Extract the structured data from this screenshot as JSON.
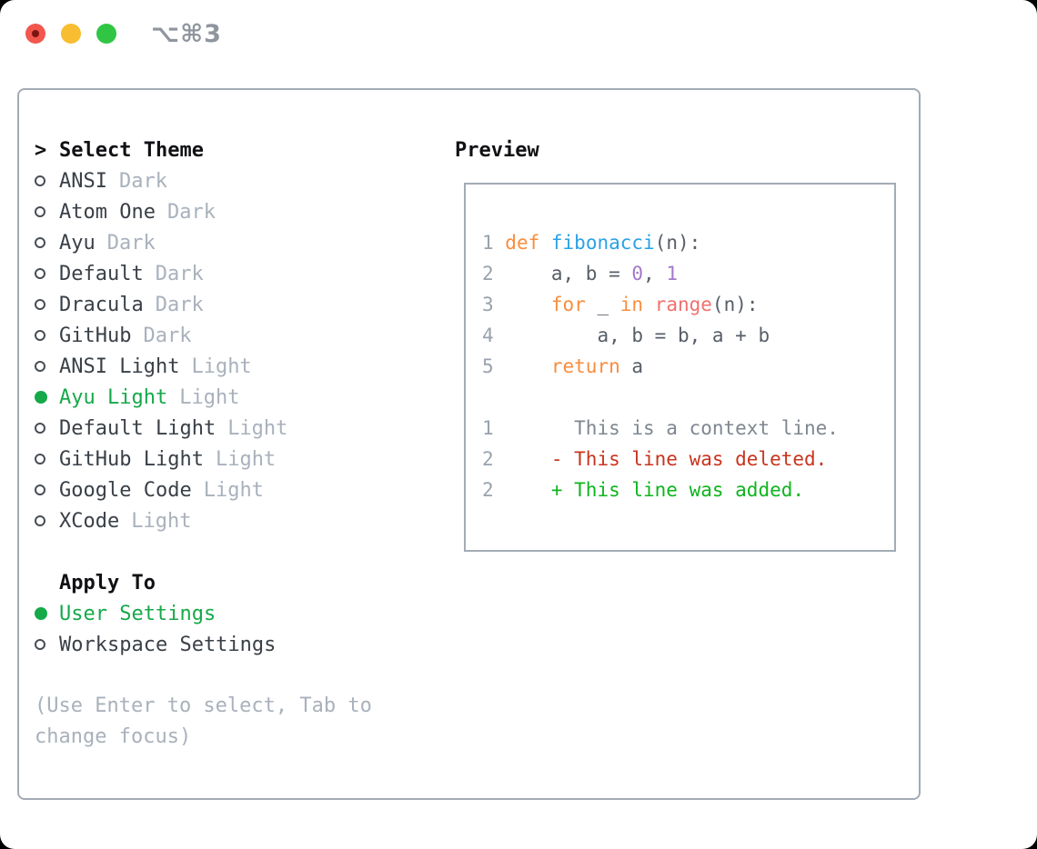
{
  "titlebar": {
    "shortcut": "⌥⌘3"
  },
  "panel": {
    "theme_list": {
      "cursor": ">",
      "header": "Select Theme",
      "items": [
        {
          "name": "ANSI",
          "variant": "Dark",
          "selected": false
        },
        {
          "name": "Atom One",
          "variant": "Dark",
          "selected": false
        },
        {
          "name": "Ayu",
          "variant": "Dark",
          "selected": false
        },
        {
          "name": "Default",
          "variant": "Dark",
          "selected": false
        },
        {
          "name": "Dracula",
          "variant": "Dark",
          "selected": false
        },
        {
          "name": "GitHub",
          "variant": "Dark",
          "selected": false
        },
        {
          "name": "ANSI Light",
          "variant": "Light",
          "selected": false
        },
        {
          "name": "Ayu Light",
          "variant": "Light",
          "selected": true
        },
        {
          "name": "Default Light",
          "variant": "Light",
          "selected": false
        },
        {
          "name": "GitHub Light",
          "variant": "Light",
          "selected": false
        },
        {
          "name": "Google Code",
          "variant": "Light",
          "selected": false
        },
        {
          "name": "XCode",
          "variant": "Light",
          "selected": false
        }
      ]
    },
    "apply_to": {
      "header": "Apply To",
      "options": [
        {
          "label": "User Settings",
          "selected": true
        },
        {
          "label": "Workspace Settings",
          "selected": false
        }
      ]
    },
    "help_text": "(Use Enter to select, Tab to change focus)",
    "preview": {
      "header": "Preview",
      "lines": [
        [
          [
            "ln",
            "1 "
          ],
          [
            "kw",
            "def"
          ],
          [
            "t",
            " "
          ],
          [
            "fn",
            "fibonacci"
          ],
          [
            "t",
            "(n):"
          ]
        ],
        [
          [
            "ln",
            "2 "
          ],
          [
            "t",
            "    a, b = "
          ],
          [
            "nu",
            "0"
          ],
          [
            "t",
            ", "
          ],
          [
            "nu",
            "1"
          ]
        ],
        [
          [
            "ln",
            "3 "
          ],
          [
            "t",
            "    "
          ],
          [
            "kw",
            "for"
          ],
          [
            "t",
            " _ "
          ],
          [
            "kw",
            "in"
          ],
          [
            "t",
            " "
          ],
          [
            "ca",
            "range"
          ],
          [
            "t",
            "(n):"
          ]
        ],
        [
          [
            "ln",
            "4 "
          ],
          [
            "t",
            "        a, b = b, a + b"
          ]
        ],
        [
          [
            "ln",
            "5 "
          ],
          [
            "t",
            "    "
          ],
          [
            "kw",
            "return"
          ],
          [
            "t",
            " a"
          ]
        ],
        [],
        [
          [
            "ln",
            "1 "
          ],
          [
            "ctx",
            "      This is a context line."
          ]
        ],
        [
          [
            "ln",
            "2 "
          ],
          [
            "t",
            "    "
          ],
          [
            "de",
            "- This line was deleted."
          ]
        ],
        [
          [
            "ln",
            "2 "
          ],
          [
            "t",
            "    "
          ],
          [
            "ad",
            "+ This line was added."
          ]
        ]
      ]
    }
  },
  "colors": {
    "accent_green": "#16a94a",
    "keyword": "#f98d3d",
    "function": "#2aa2e6",
    "call": "#f0716f",
    "number": "#a379cc",
    "code_text": "#575e68",
    "line_number": "#99a2ad",
    "context": "#7e868f",
    "deleted": "#c8341e",
    "added": "#0fb41e",
    "item_text": "#3a4047",
    "muted_text": "#a9b1bc",
    "help_text": "#a9b1bc",
    "header_text": "#101114",
    "border": "#a3abb5",
    "bullet_ring": "#474d55",
    "shortcut_text": "#8f959e",
    "traffic_red": "#f2564d",
    "traffic_red_dot": "#7d1410",
    "traffic_yellow": "#f8bd30",
    "traffic_green": "#30c644"
  }
}
